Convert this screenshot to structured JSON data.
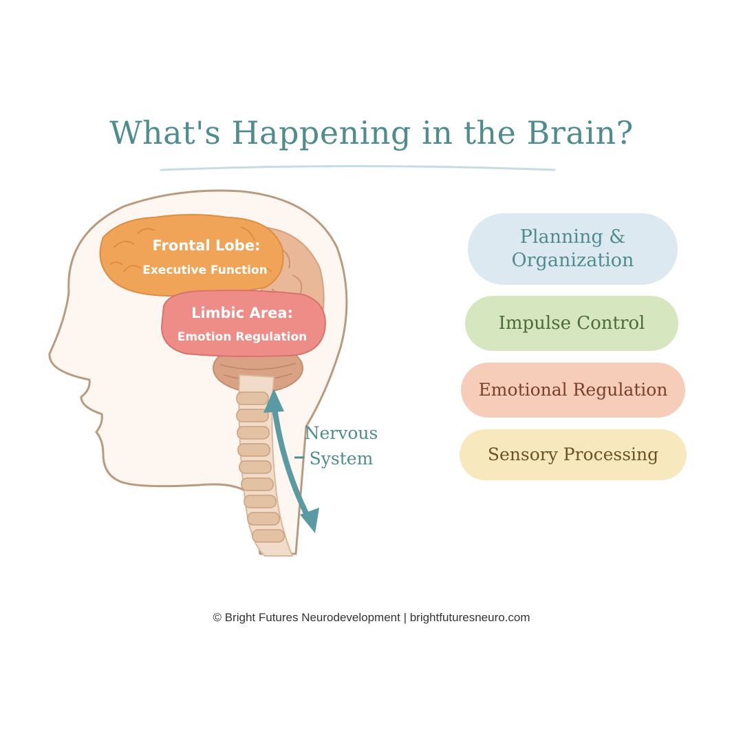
{
  "title": "What's Happening in the Brain?",
  "brain_labels": {
    "frontal_title": "Frontal Lobe:",
    "frontal_sub": "Executive Function",
    "limbic_title": "Limbic Area:",
    "limbic_sub": "Emotion Regulation",
    "nervous_line1": "Nervous",
    "nervous_line2": "System"
  },
  "functions": [
    {
      "line1": "Planning &",
      "line2": "Organization",
      "bg": "#dde9f1",
      "fg": "#4f8c8e"
    },
    {
      "line1": "Impulse Control",
      "line2": "",
      "bg": "#d6e6bf",
      "fg": "#4c6b3a"
    },
    {
      "line1": "Emotional Regulation",
      "line2": "",
      "bg": "#f6cdb8",
      "fg": "#7a3f2a"
    },
    {
      "line1": "Sensory Processing",
      "line2": "",
      "bg": "#f8e8bd",
      "fg": "#6b5224"
    }
  ],
  "footer": "© Bright Futures Neurodevelopment | brightfuturesneuro.com",
  "colors": {
    "accent": "#4f8c8e",
    "frontal": "#f0a458",
    "limbic": "#ee8d88",
    "brain": "#e9b898",
    "cerebellum": "#d9a284",
    "skin": "#fdf6f1",
    "outline": "#b89a7f"
  }
}
